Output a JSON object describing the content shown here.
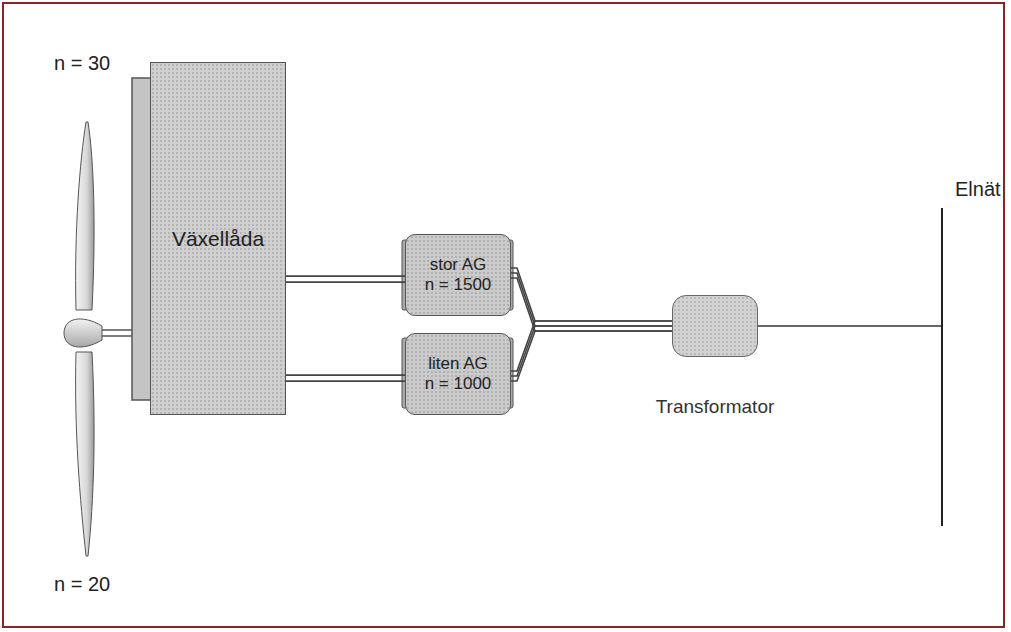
{
  "diagram": {
    "nodes": [
      {
        "text": [
          "Växellåda"
        ]
      },
      {
        "text": [
          "stor AG",
          "n = 1500"
        ]
      },
      {
        "text": [
          "liten AG",
          "n = 1000"
        ]
      },
      {
        "text": [
          "Transformator"
        ]
      }
    ],
    "edges": [
      {
        "from": 0,
        "to": 1,
        "arrow": "none"
      },
      {
        "from": 0,
        "to": 2,
        "arrow": "none"
      },
      {
        "from": 1,
        "to": 3,
        "arrow": "none"
      },
      {
        "from": 2,
        "to": 3,
        "arrow": "none"
      }
    ],
    "labels": [
      "n = 30",
      "n = 20",
      "Elnät"
    ]
  }
}
